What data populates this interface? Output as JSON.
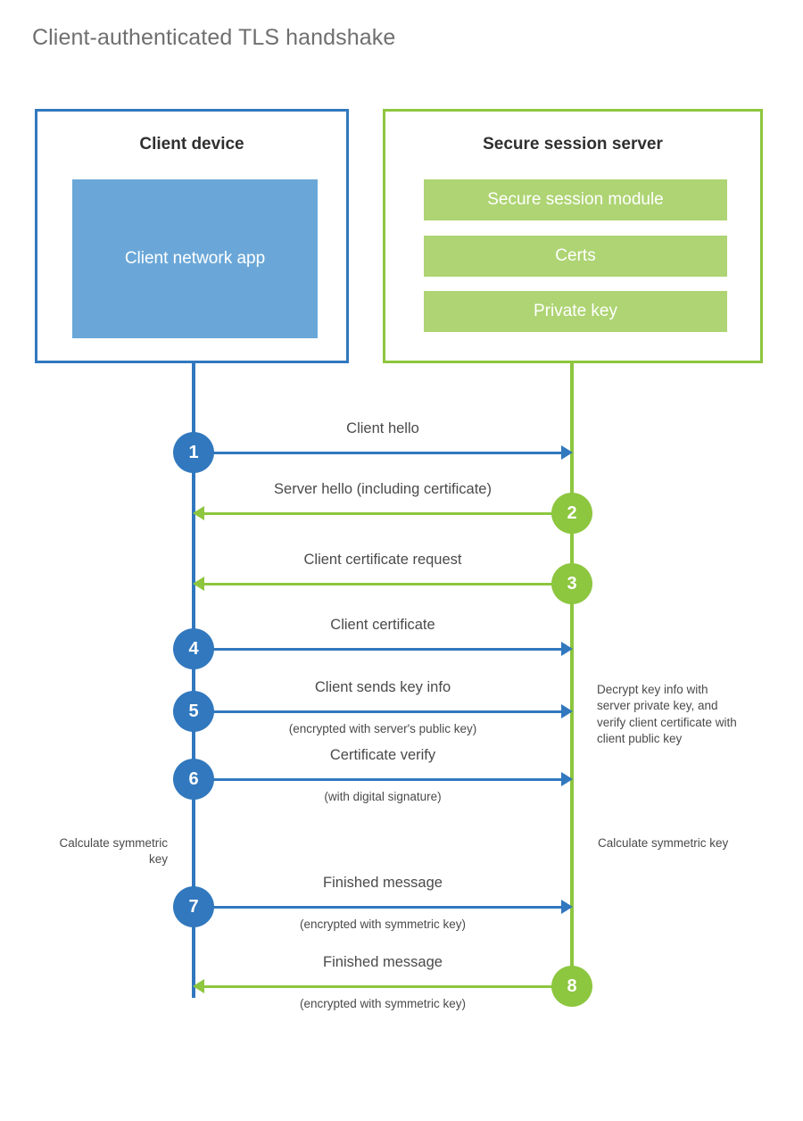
{
  "diagram": {
    "title": "Client-authenticated TLS handshake",
    "colors": {
      "client_blue": "#3178be",
      "client_app_fill": "#6aa7d8",
      "server_green": "#8dc63f",
      "server_block_fill": "#aed473",
      "text": "#4a4a4a",
      "heading": "#6f6f6f"
    }
  },
  "actors": {
    "client": {
      "title": "Client device",
      "blocks": [
        {
          "label": "Client network app"
        }
      ]
    },
    "server": {
      "title": "Secure session server",
      "blocks": [
        {
          "label": "Secure session module"
        },
        {
          "label": "Certs"
        },
        {
          "label": "Private key"
        }
      ]
    }
  },
  "messages": [
    {
      "step": "1",
      "label": "Client hello",
      "sublabel": "",
      "direction": "client-to-server",
      "color": "blue"
    },
    {
      "step": "2",
      "label": "Server hello (including certificate)",
      "sublabel": "",
      "direction": "server-to-client",
      "color": "green"
    },
    {
      "step": "3",
      "label": "Client certificate request",
      "sublabel": "",
      "direction": "server-to-client",
      "color": "green"
    },
    {
      "step": "4",
      "label": "Client certificate",
      "sublabel": "",
      "direction": "client-to-server",
      "color": "blue"
    },
    {
      "step": "5",
      "label": "Client sends key info",
      "sublabel": "(encrypted with server's public key)",
      "direction": "client-to-server",
      "color": "blue"
    },
    {
      "step": "6",
      "label": "Certificate verify",
      "sublabel": "(with digital signature)",
      "direction": "client-to-server",
      "color": "blue"
    },
    {
      "step": "7",
      "label": "Finished message",
      "sublabel": "(encrypted with symmetric key)",
      "direction": "client-to-server",
      "color": "blue"
    },
    {
      "step": "8",
      "label": "Finished message",
      "sublabel": "(encrypted with symmetric key)",
      "direction": "server-to-client",
      "color": "green"
    }
  ],
  "notes": {
    "server_decrypt": "Decrypt key info with server private key, and verify client certificate with client public key",
    "client_calculate": "Calculate symmetric key",
    "server_calculate": "Calculate symmetric key"
  }
}
